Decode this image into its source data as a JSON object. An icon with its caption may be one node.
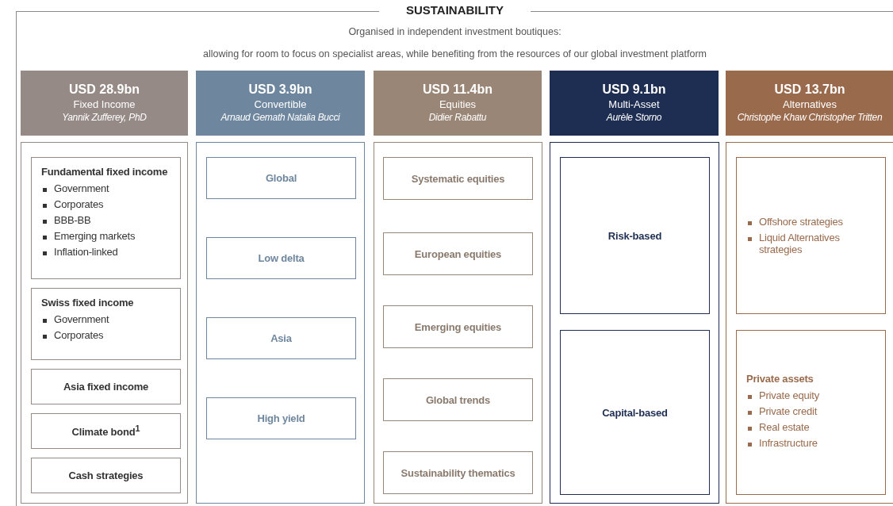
{
  "diagram": {
    "nodes": [
      {
        "text": [
          "SUSTAINABILITY",
          "Organised in independent investment boutiques:",
          "allowing for room to focus on specialist areas, while benefiting from the resources of our global investment platform"
        ]
      },
      {
        "text": [
          "USD 28.9bn",
          "Fixed Income",
          "Yannik Zufferey, PhD"
        ],
        "in": 0
      },
      {
        "text": [
          "USD 3.9bn",
          "Convertible",
          "Arnaud Gemath Natalia Bucci"
        ],
        "in": 0
      },
      {
        "text": [
          "USD 11.4bn",
          "Equities",
          "Didier Rabattu"
        ],
        "in": 0
      },
      {
        "text": [
          "USD 9.1bn",
          "Multi-Asset",
          "Aurèle Storno"
        ],
        "in": 0
      },
      {
        "text": [
          "USD 13.7bn",
          "Alternatives",
          "Christophe Khaw Christopher Tritten"
        ],
        "in": 0
      },
      {
        "text": [],
        "shape": "box",
        "in": 0
      },
      {
        "text": [
          "Fundamental fixed income",
          "Government",
          "Corporates",
          "BBB-BB",
          "Emerging markets",
          "Inflation-linked"
        ],
        "in": 6
      },
      {
        "text": [
          "Swiss fixed income",
          "Government",
          "Corporates"
        ],
        "in": 6
      },
      {
        "text": [
          "Asia fixed income"
        ],
        "in": 6
      },
      {
        "text": [
          "Climate bond$^{1}$"
        ],
        "in": 6
      },
      {
        "text": [
          "Cash strategies"
        ],
        "in": 6
      },
      {
        "text": [],
        "shape": "box",
        "in": 0
      },
      {
        "text": [
          "Global"
        ],
        "in": 12
      },
      {
        "text": [
          "Low delta"
        ],
        "in": 12
      },
      {
        "text": [
          "Asia"
        ],
        "in": 12
      },
      {
        "text": [
          "High yield"
        ],
        "in": 12
      },
      {
        "text": [],
        "shape": "box",
        "in": 0
      },
      {
        "text": [
          "Systematic equities"
        ],
        "in": 17
      },
      {
        "text": [
          "European equities"
        ],
        "in": 17
      },
      {
        "text": [
          "Emerging equities"
        ],
        "in": 17
      },
      {
        "text": [
          "Global trends"
        ],
        "in": 17
      },
      {
        "text": [
          "Sustainability thematics"
        ],
        "in": 17
      },
      {
        "text": [],
        "shape": "box",
        "in": 0
      },
      {
        "text": [
          "Risk-based"
        ],
        "in": 23
      },
      {
        "text": [
          "Capital-based"
        ],
        "in": 23
      },
      {
        "text": [],
        "shape": "box",
        "in": 0
      },
      {
        "text": [
          "Offshore strategies",
          "Liquid Alternatives strategies"
        ],
        "in": 26
      },
      {
        "text": [
          "Private assets",
          "Private equity",
          "Private credit",
          "Real estate",
          "Infrastructure"
        ],
        "in": 26
      }
    ]
  }
}
